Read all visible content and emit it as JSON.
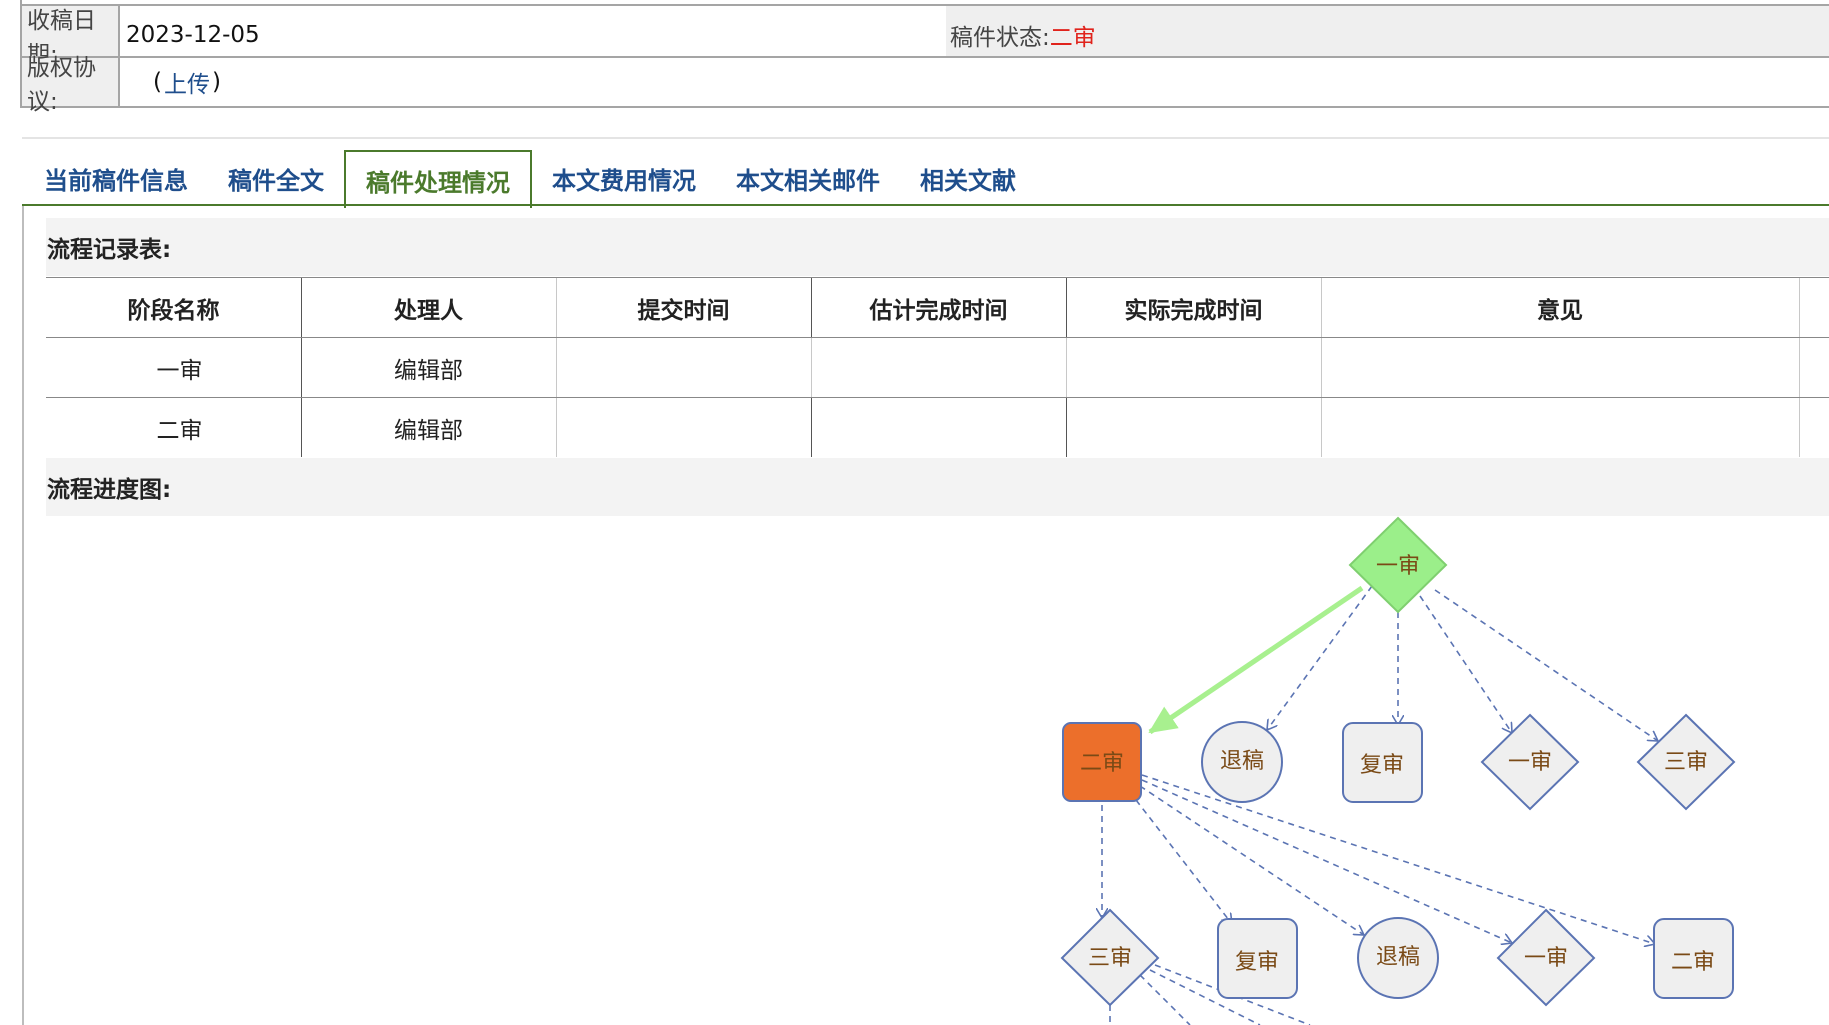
{
  "info": {
    "date_label": "收稿日期:",
    "date_value": "2023-12-05",
    "status_label": "稿件状态:",
    "status_value": "二审",
    "copyright_label": "版权协议:",
    "copyright_prefix": "(",
    "copyright_link": "上传",
    "copyright_suffix": ")"
  },
  "tabs": [
    {
      "label": "当前稿件信息"
    },
    {
      "label": "稿件全文"
    },
    {
      "label": "稿件处理情况"
    },
    {
      "label": "本文费用情况"
    },
    {
      "label": "本文相关邮件"
    },
    {
      "label": "相关文献"
    }
  ],
  "active_tab": "稿件处理情况",
  "flow_record": {
    "title": "流程记录表:",
    "headers": [
      "阶段名称",
      "处理人",
      "提交时间",
      "估计完成时间",
      "实际完成时间",
      "意见"
    ],
    "rows": [
      [
        "一审",
        "编辑部",
        "",
        "",
        "",
        ""
      ],
      [
        "二审",
        "编辑部",
        "",
        "",
        "",
        ""
      ]
    ]
  },
  "flow_chart": {
    "title": "流程进度图:",
    "nodes": {
      "n_top": "一审",
      "n_current": "二审",
      "n_tuigao1": "退稿",
      "n_fushen1": "复审",
      "n_yishen2": "一审",
      "n_sanshen1": "三审",
      "n_sanshen2": "三审",
      "n_fushen2": "复审",
      "n_tuigao2": "退稿",
      "n_yishen3": "一审",
      "n_ershen2": "二审"
    },
    "colors": {
      "done": "#9bef8a",
      "current": "#ec6f2b",
      "pending_fill": "#efefef",
      "pending_stroke": "#5b74b3",
      "active_edge": "#a8f08f",
      "dashed_edge": "#5b74b3"
    }
  }
}
